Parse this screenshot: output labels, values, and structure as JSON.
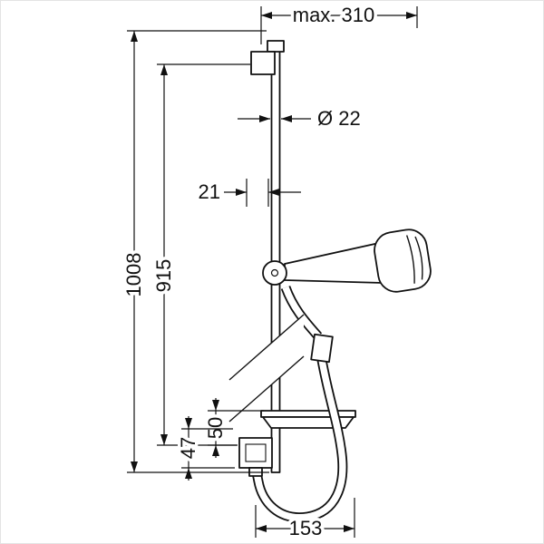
{
  "page": {
    "colors": {
      "line": "#111111",
      "background": "#ffffff"
    }
  },
  "diagram": {
    "type": "technical-dimension-drawing",
    "subject": "wall-mounted shower rail set with hand shower, slider, soap dish, wall outlet and hose",
    "dimensions": {
      "max_reach": "max. 310",
      "rail_diameter": "Ø 22",
      "rail_offset": "21",
      "overall_height": "1008",
      "fixing_height": "915",
      "dish_height": "50",
      "outlet_height": "47",
      "hose_loop_width": "153"
    }
  }
}
